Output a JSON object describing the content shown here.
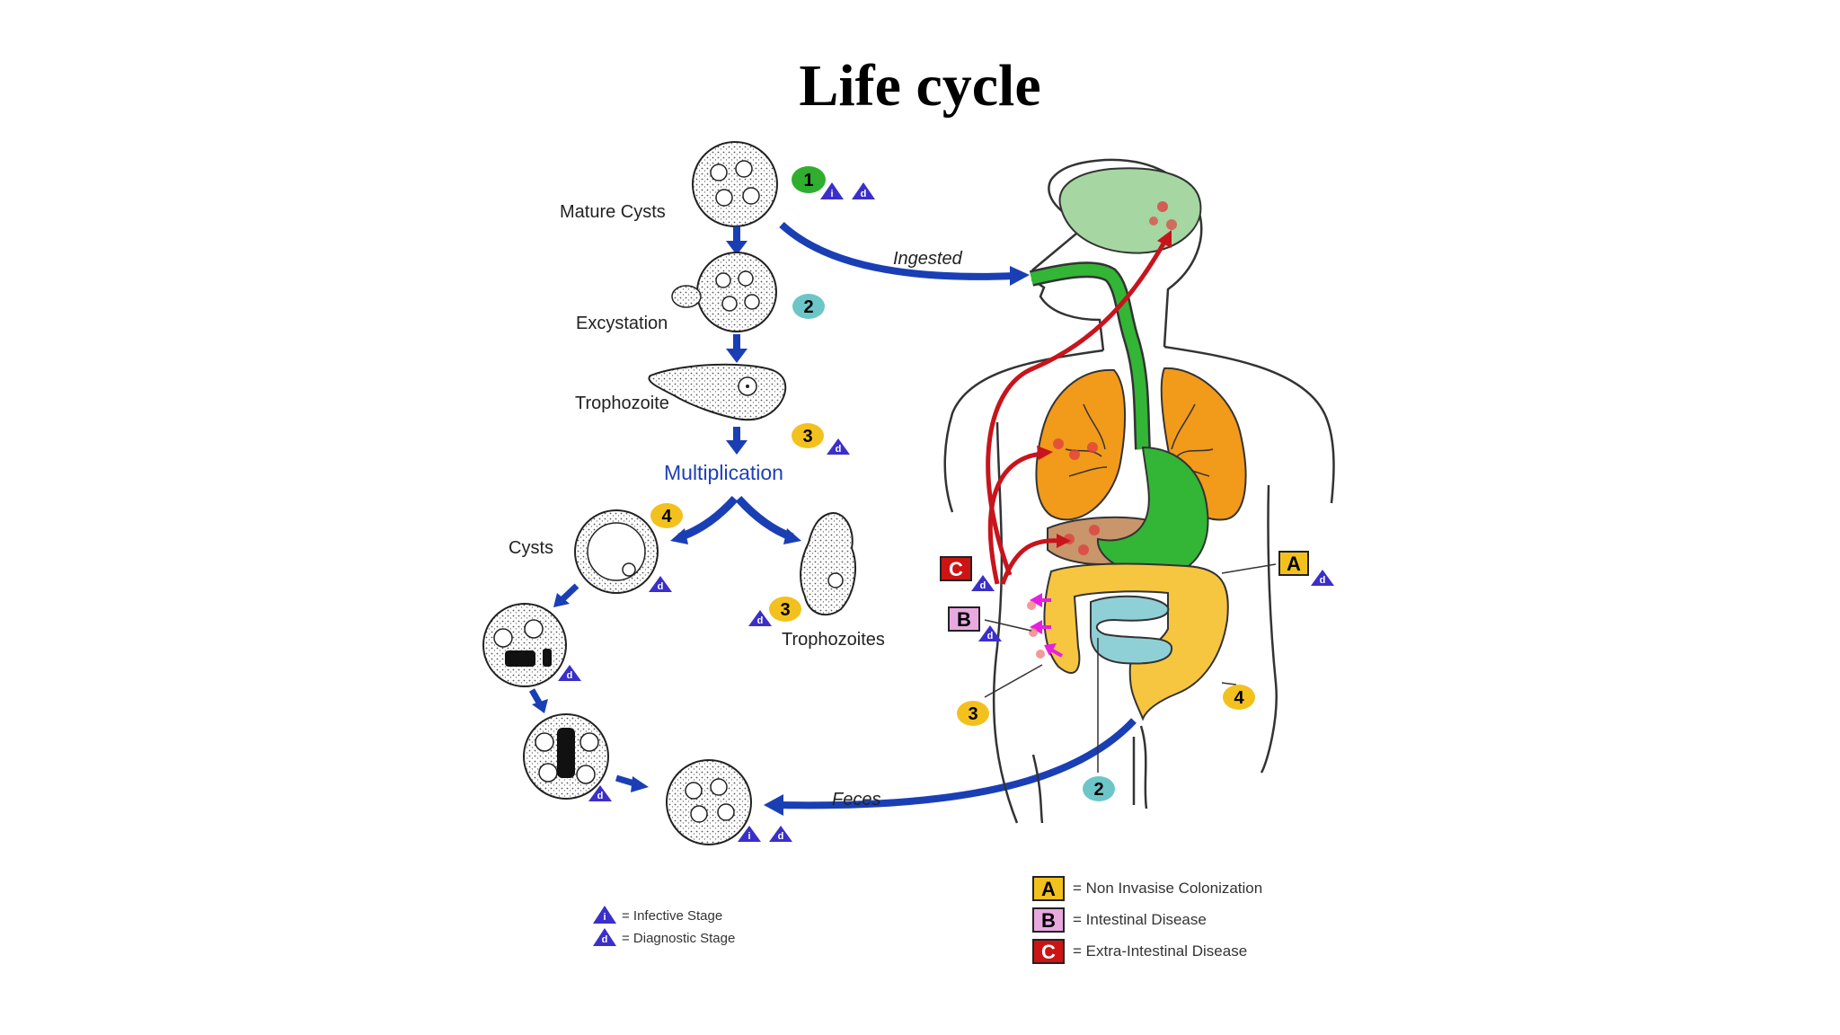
{
  "title": "Life cycle",
  "stages": {
    "mature_cysts": "Mature Cysts",
    "excystation": "Excystation",
    "trophozoite": "Trophozoite",
    "multiplication": "Multiplication",
    "cysts": "Cysts",
    "trophozoites": "Trophozoites"
  },
  "arrows": {
    "ingested": "Ingested",
    "feces": "Feces"
  },
  "badges": {
    "one": "1",
    "two": "2",
    "three": "3",
    "four": "4"
  },
  "triangles": {
    "infective": "i",
    "diagnostic": "d"
  },
  "boxes": {
    "a": "A",
    "b": "B",
    "c": "C"
  },
  "legend": {
    "infective_stage": "= Infective Stage",
    "diagnostic_stage": "= Diagnostic Stage",
    "a_text": "= Non Invasise Colonization",
    "b_text": "= Intestinal Disease",
    "c_text": "= Extra-Intestinal Disease"
  },
  "colors": {
    "blue_arrow": "#1a3fb5",
    "red_arrow": "#c8141c",
    "green_badge": "#2fae2f",
    "teal_badge": "#6cc6c8",
    "yellow_badge": "#f3c11e",
    "triangle": "#3b2fc9",
    "brain": "#a6d6a2",
    "lungs": "#f29a1a",
    "esophagus": "#33b536",
    "liver": "#c9956a",
    "colon": "#f7c640",
    "small_intestine": "#8fd0d6",
    "box_a": "#f3c11e",
    "box_b": "#e8a9e0",
    "box_c": "#cc1414"
  }
}
